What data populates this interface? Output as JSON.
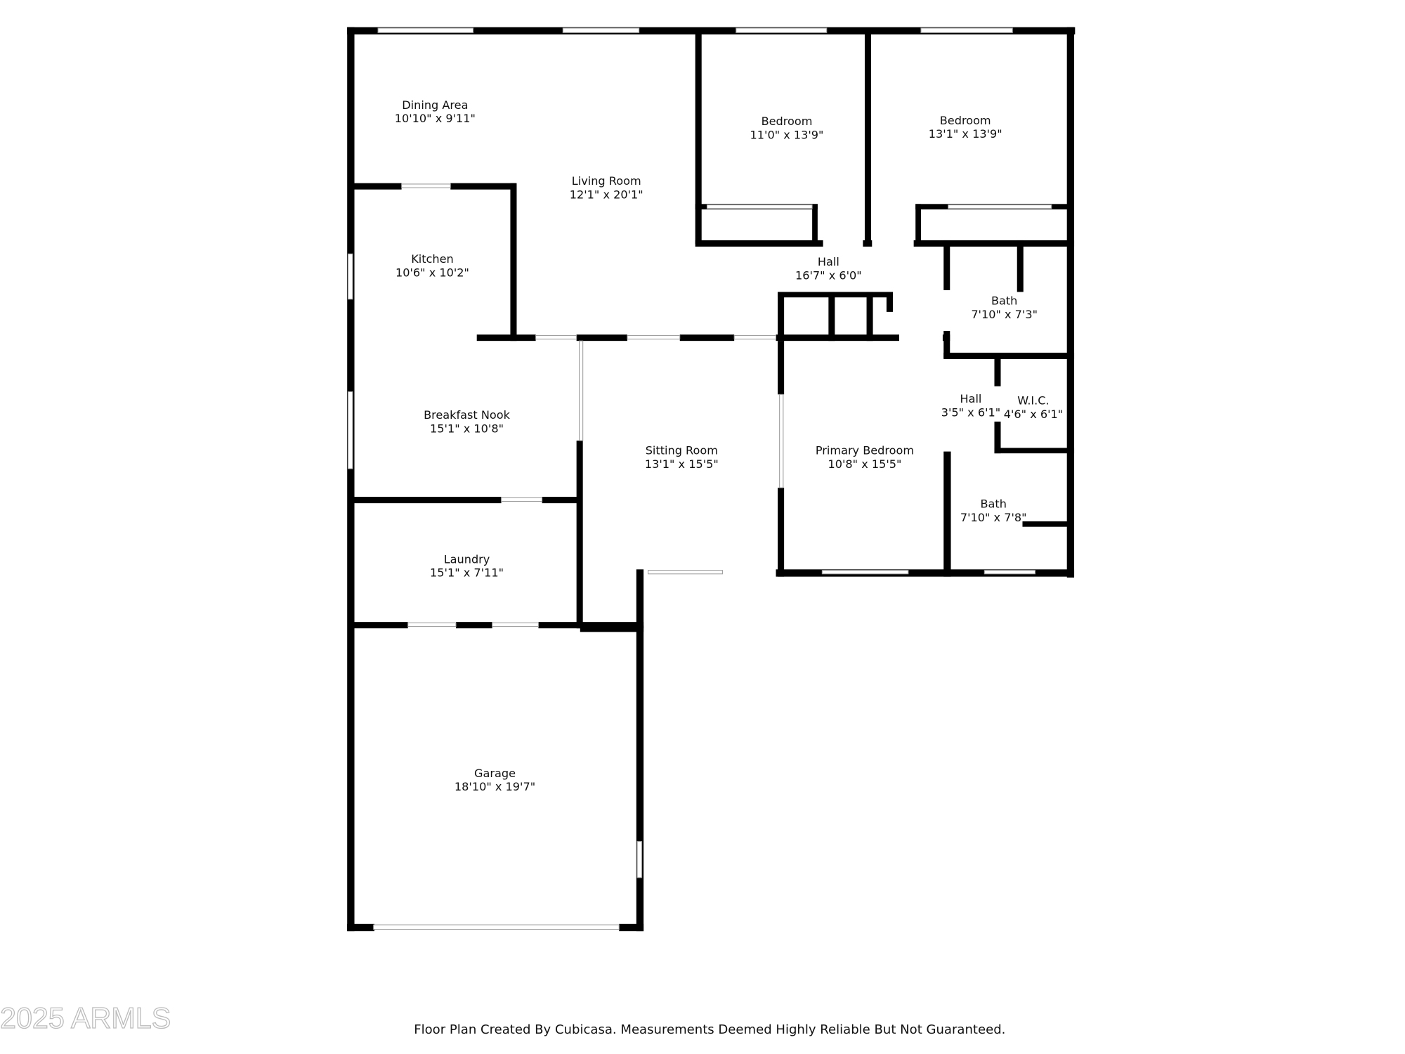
{
  "rooms": [
    {
      "name": "Dining Area",
      "size": "10'10\" x 9'11\""
    },
    {
      "name": "Living Room",
      "size": "12'1\" x 20'1\""
    },
    {
      "name": "Bedroom",
      "size": "11'0\" x 13'9\""
    },
    {
      "name": "Bedroom",
      "size": "13'1\" x 13'9\""
    },
    {
      "name": "Kitchen",
      "size": "10'6\" x 10'2\""
    },
    {
      "name": "Hall",
      "size": "16'7\" x 6'0\""
    },
    {
      "name": "Bath",
      "size": "7'10\" x 7'3\""
    },
    {
      "name": "Breakfast Nook",
      "size": "15'1\" x 10'8\""
    },
    {
      "name": "Sitting Room",
      "size": "13'1\" x 15'5\""
    },
    {
      "name": "Primary Bedroom",
      "size": "10'8\" x 15'5\""
    },
    {
      "name": "Hall",
      "size": "3'5\" x 6'1\""
    },
    {
      "name": "W.I.C.",
      "size": "4'6\" x 6'1\""
    },
    {
      "name": "Bath",
      "size": "7'10\" x 7'8\""
    },
    {
      "name": "Laundry",
      "size": "15'1\" x 7'11\""
    },
    {
      "name": "Garage",
      "size": "18'10\" x 19'7\""
    }
  ],
  "watermark": "2025 ARMLS",
  "credit": "Floor Plan Created By Cubicasa. Measurements Deemed Highly Reliable But Not Guaranteed."
}
